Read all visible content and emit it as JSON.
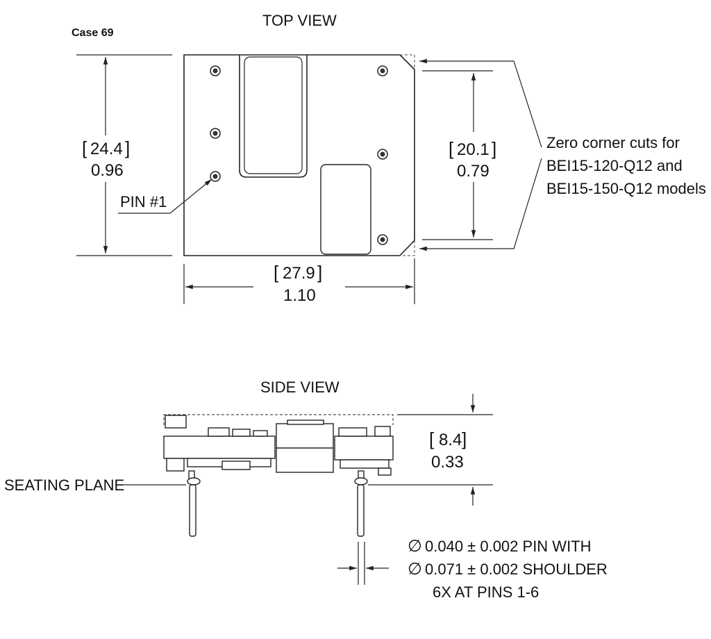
{
  "case_label": "Case 69",
  "top_view": {
    "title": "TOP VIEW",
    "height_mm": "24.4",
    "height_in": "0.96",
    "pin1_label": "PIN #1",
    "width_mm": "27.9",
    "width_in": "1.10",
    "pin_span_mm": "20.1",
    "pin_span_in": "0.79",
    "note_line1": "Zero corner cuts for",
    "note_line2": "BEI15-120-Q12 and",
    "note_line3": "BEI15-150-Q12 models"
  },
  "side_view": {
    "title": "SIDE VIEW",
    "height_mm": "8.4",
    "height_in": "0.33",
    "seating_plane_label": "SEATING PLANE",
    "pin_spec_line1": "0.040 ± 0.002 PIN WITH",
    "pin_spec_line2": "0.071 ± 0.002 SHOULDER",
    "pin_spec_line3": "6X AT PINS 1-6",
    "diameter_symbol": "∅"
  }
}
